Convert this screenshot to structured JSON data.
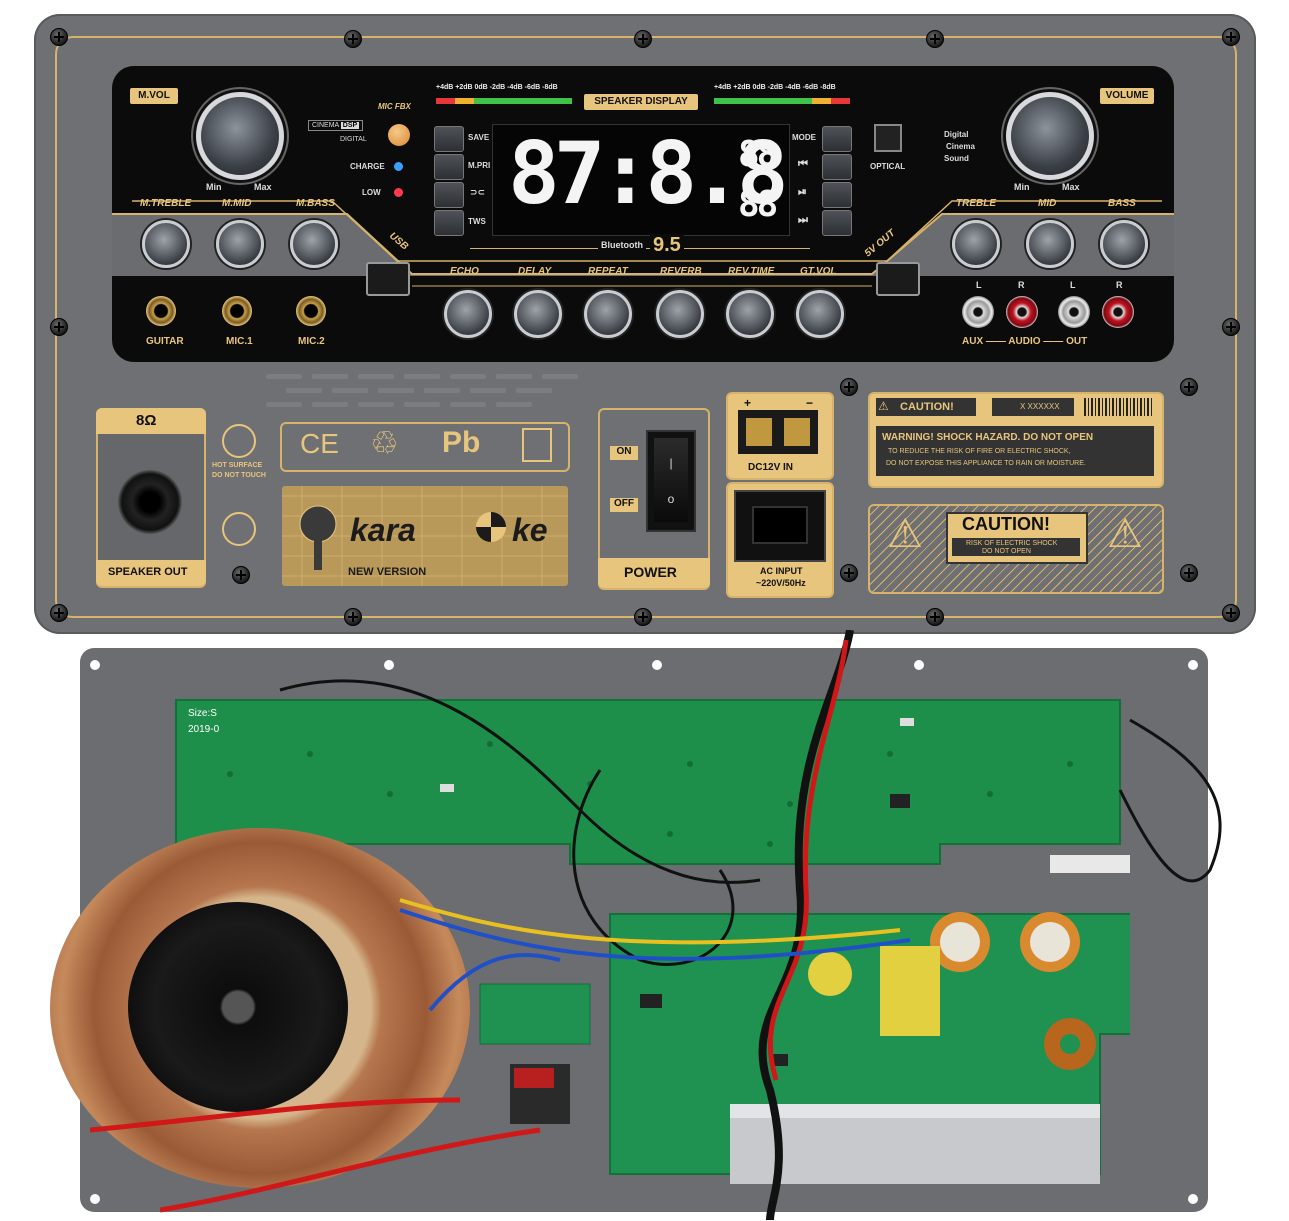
{
  "panel": {
    "m_vol": "M.VOL",
    "volume": "VOLUME",
    "min": "Min",
    "max": "Max",
    "cinema": "CINEMA",
    "dsp": "DSP",
    "digital": "DIGITAL",
    "mic_fbx": "MIC FBX",
    "charge": "CHARGE",
    "low": "LOW",
    "speaker_display": "SPEAKER DISPLAY",
    "db_scale": "+4dB +2dB 0dB -2dB -4dB -6dB -8dB",
    "db_scale_right": "+4dB +2dB 0dB -2dB -4dB -6dB -8dB",
    "left_buttons": [
      "SAVE",
      "M.PRI",
      "⊃⊂",
      "TWS"
    ],
    "right_buttons": [
      "MODE",
      "⏮",
      "⏯",
      "⏭"
    ],
    "display_main": "87:8.8",
    "display_small_top": "88",
    "display_small_bottom": "88",
    "bluetooth": "Bluetooth",
    "bt_version": "9.5",
    "optical": "OPTICAL",
    "digital_cinema_sound": [
      "Digital",
      "Cinema",
      "Sound"
    ],
    "left_knobs": [
      "M.TREBLE",
      "M.MID",
      "M.BASS"
    ],
    "right_knobs": [
      "TREBLE",
      "MID",
      "BASS"
    ],
    "usb": "USB",
    "sv_out": "5V OUT",
    "fx_knobs": [
      "ECHO",
      "DELAY",
      "REPEAT",
      "REVERB",
      "REV.TIME",
      "GT.VOL"
    ],
    "jacks": [
      "GUITAR",
      "MIC.1",
      "MIC.2"
    ],
    "rca_l": "L",
    "rca_r": "R",
    "aux_audio_out": "AUX —— AUDIO —— OUT",
    "plus_minus": "−      +"
  },
  "lower": {
    "ohm": "8Ω",
    "speaker_out": "SPEAKER OUT",
    "hot_surface": [
      "HOT SURFACE",
      "DO NOT TOUCH"
    ],
    "ce": "CE",
    "recycle": "♲",
    "pb": "Pb",
    "karaoke_left": "kara",
    "karaoke_right": "ke",
    "new_version": "NEW VERSION",
    "on": "ON",
    "off": "OFF",
    "power": "POWER",
    "dc12v": "DC12V IN",
    "ac_input": [
      "AC INPUT",
      "~220V/50Hz"
    ],
    "caution1": "CAUTION!",
    "serial": "X XXXXXX",
    "warning": "WARNING! SHOCK HAZARD. DO NOT OPEN",
    "warning_sub": [
      "TO REDUCE THE RISK OF FIRE OR ELECTRIC SHOCK,",
      "DO NOT EXPOSE THIS APPLIANCE TO RAIN OR MOISTURE."
    ],
    "caution2": "CAUTION!",
    "caution2_sub": [
      "RISK OF ELECTRIC SHOCK",
      "DO NOT OPEN"
    ]
  },
  "pcb": {
    "size": "Size:S",
    "year": "2019-0"
  },
  "colors": {
    "plate": "#6f7074",
    "gold": "#e8c57c",
    "pcb": "#1e8f4a"
  }
}
